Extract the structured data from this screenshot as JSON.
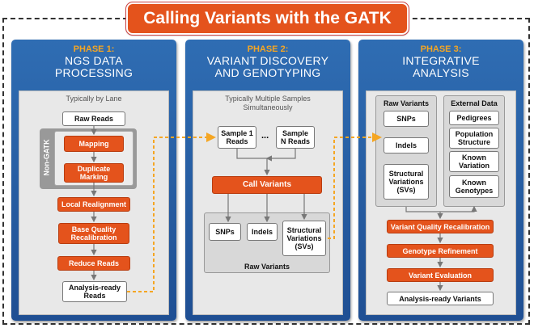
{
  "title": "Calling Variants with the GATK",
  "phase1": {
    "label": "PHASE 1:",
    "title_l1": "NGS DATA",
    "title_l2": "PROCESSING",
    "note": "Typically by Lane",
    "group_label": "Non-GATK",
    "steps": [
      "Raw Reads",
      "Mapping",
      "Duplicate Marking",
      "Local Realignment",
      "Base Quality Recalibration",
      "Reduce Reads",
      "Analysis-ready Reads"
    ]
  },
  "phase2": {
    "label": "PHASE 2:",
    "title_l1": "VARIANT DISCOVERY",
    "title_l2": "AND GENOTYPING",
    "note_l1": "Typically Multiple Samples",
    "note_l2": "Simultaneously",
    "sample1": "Sample 1 Reads",
    "ellipsis": "...",
    "sampleN": "Sample N Reads",
    "call": "Call Variants",
    "outputs": [
      "SNPs",
      "Indels",
      "Structural Variations (SVs)"
    ],
    "group_label": "Raw Variants"
  },
  "phase3": {
    "label": "PHASE 3:",
    "title_l1": "INTEGRATIVE",
    "title_l2": "ANALYSIS",
    "raw_title": "Raw Variants",
    "raw_items": [
      "SNPs",
      "Indels",
      "Structural Variations (SVs)"
    ],
    "ext_title": "External Data",
    "ext_items": [
      "Pedigrees",
      "Population Structure",
      "Known Variation",
      "Known Genotypes"
    ],
    "steps": [
      "Variant Quality Recalibration",
      "Genotype Refinement",
      "Variant Evaluation",
      "Analysis-ready Variants"
    ]
  },
  "colors": {
    "orange": "#e4531c",
    "blue": "#2f6db3",
    "dashed": "#f5a623"
  }
}
